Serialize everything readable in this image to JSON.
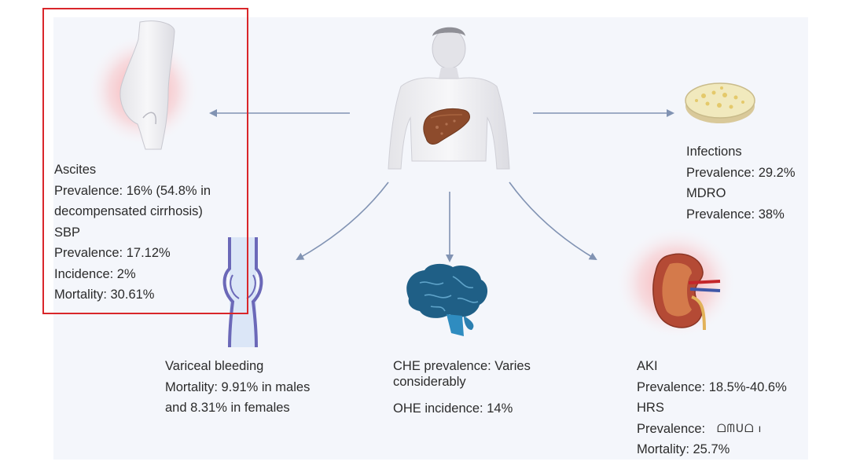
{
  "ascites": {
    "lines": [
      "Ascites",
      "Prevalence: 16% (54.8% in",
      "decompensated cirrhosis)",
      "SBP",
      "Prevalence: 17.12%",
      "Incidence: 2%",
      "Mortality: 30.61%"
    ]
  },
  "infections": {
    "lines": [
      "Infections",
      "Prevalence: 29.2%",
      "MDRO",
      "Prevalence: 38%"
    ]
  },
  "variceal": {
    "lines": [
      "Variceal bleeding",
      "Mortality: 9.91% in males",
      "and 8.31% in females"
    ]
  },
  "che": {
    "lines": [
      "CHE prevalence: Varies",
      "considerably"
    ],
    "ohe": "OHE incidence: 14%"
  },
  "aki": {
    "lines": [
      "AKI",
      "Prevalence: 18.5%-40.6%",
      "HRS",
      "Prevalence:",
      "Mortality: 25.7%"
    ],
    "obscured": "ᗝᗰᑌᗝ ı"
  },
  "colors": {
    "highlight": "#d9262a",
    "arrow": "#8193b3",
    "brain": "#1f5f86",
    "vein": "#6b68b8",
    "liver": "#8d4b2c"
  },
  "icons": [
    "human-torso-icon",
    "liver-icon",
    "abdomen-icon",
    "petri-dish-icon",
    "vein-icon",
    "brain-icon",
    "kidney-icon"
  ]
}
